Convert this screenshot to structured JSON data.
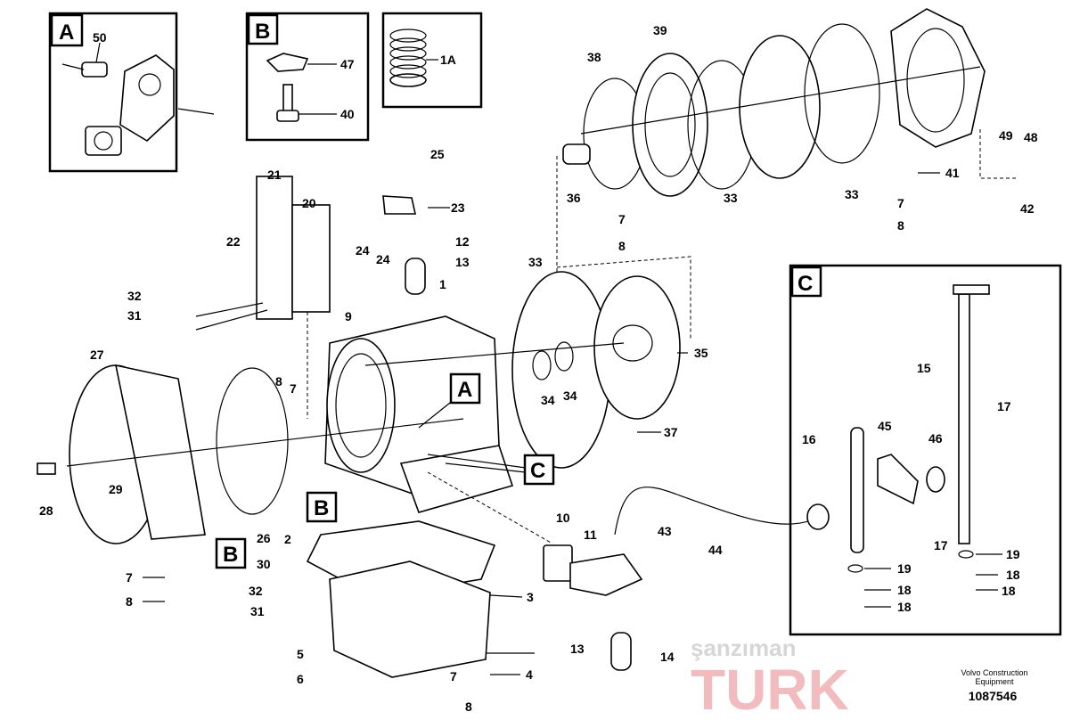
{
  "diagram": {
    "inset_boxes": {
      "A": "A",
      "B": "B",
      "C": "C",
      "spring": "1A"
    },
    "callouts": {
      "A": "A",
      "B1": "B",
      "B2": "B",
      "C": "C"
    },
    "labels": {
      "p50": "50",
      "p47": "47",
      "p40": "40",
      "p1A": "1A",
      "p38": "38",
      "p39": "39",
      "p36": "36",
      "p33a": "33",
      "p33b": "33",
      "p33c": "33",
      "p41": "41",
      "p49": "49",
      "p48": "48",
      "p42": "42",
      "p7a": "7",
      "p8a": "8",
      "p7b": "7",
      "p8b": "8",
      "p25": "25",
      "p23": "23",
      "p21": "21",
      "p20": "20",
      "p22": "22",
      "p24a": "24",
      "p24b": "24",
      "p12": "12",
      "p13a": "13",
      "p32a": "32",
      "p31a": "31",
      "p9": "9",
      "p1": "1",
      "p35": "35",
      "p34a": "34",
      "p34b": "34",
      "p37": "37",
      "p27": "27",
      "p8c": "8",
      "p7c": "7",
      "p29": "29",
      "p28": "28",
      "p26": "26",
      "p2": "2",
      "p30": "30",
      "p3": "3",
      "p7d": "7",
      "p8d": "8",
      "p32b": "32",
      "p31b": "31",
      "p5": "5",
      "p6": "6",
      "p7e": "7",
      "p8e": "8",
      "p4": "4",
      "p10": "10",
      "p11": "11",
      "p43": "43",
      "p44": "44",
      "p13b": "13",
      "p14": "14",
      "p15": "15",
      "p17a": "17",
      "p16": "16",
      "p45": "45",
      "p46": "46",
      "p17b": "17",
      "p19a": "19",
      "p19b": "19",
      "p18a": "18",
      "p18b": "18",
      "p18c": "18",
      "p18d": "18"
    },
    "footer": {
      "line1": "Volvo Construction",
      "line2": "Equipment",
      "number": "1087546"
    },
    "watermark": {
      "brand": "TURK",
      "sub": "şanzıman"
    },
    "colors": {
      "watermark_red": "#e8868c",
      "watermark_grey": "#b5b5b5"
    }
  }
}
